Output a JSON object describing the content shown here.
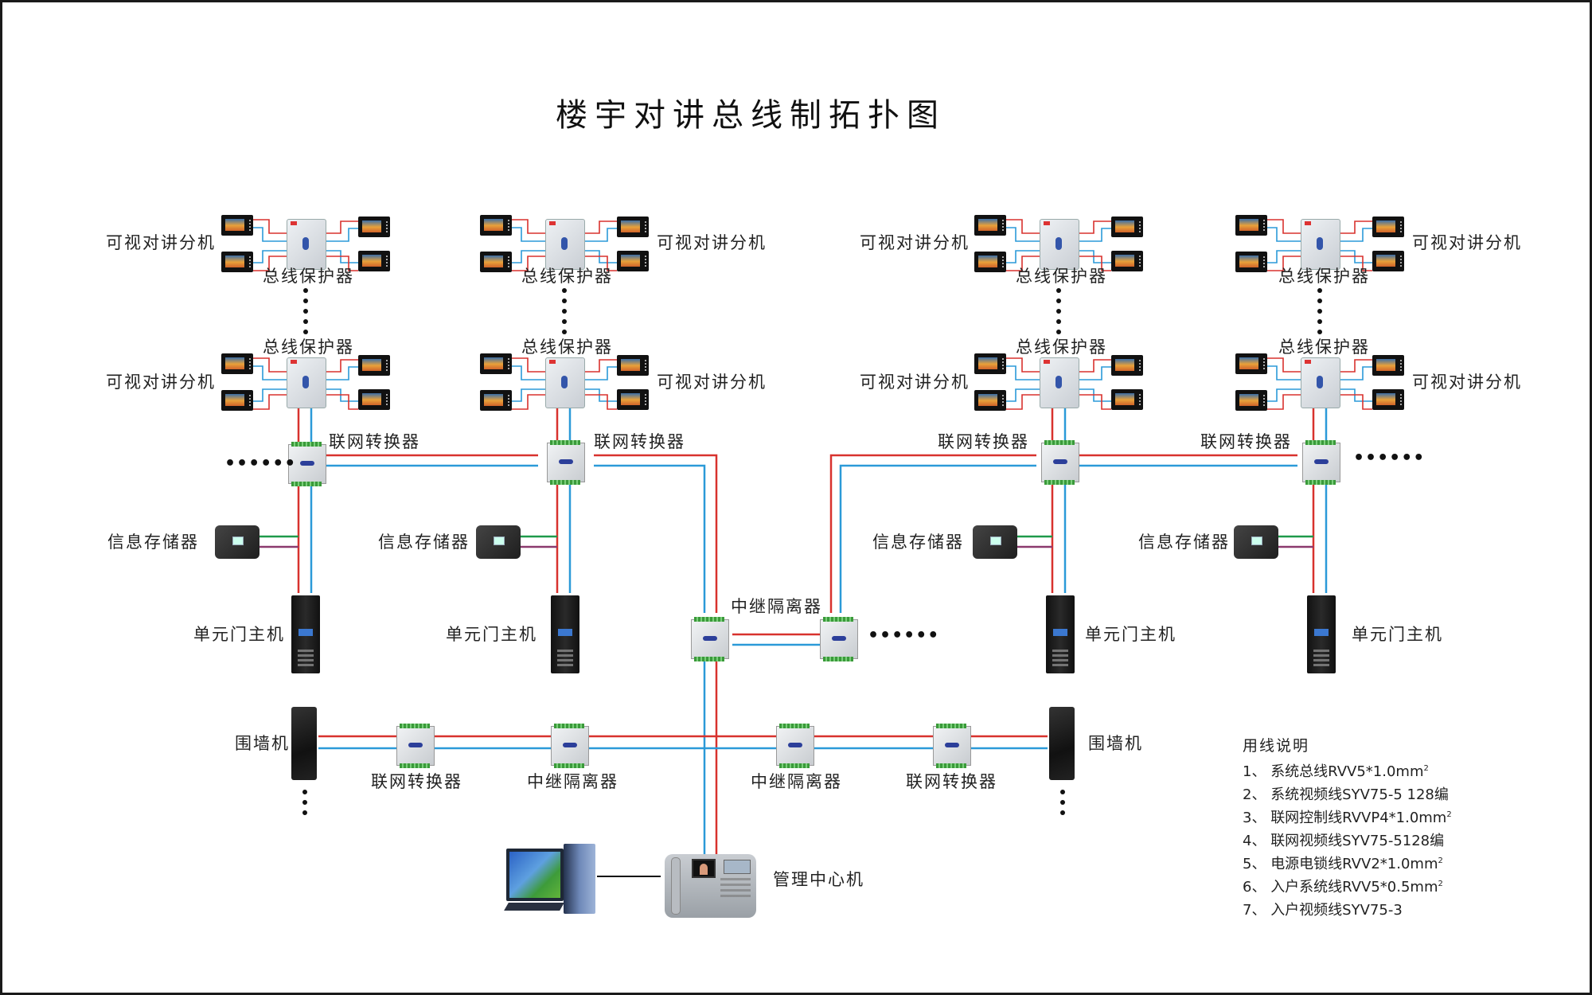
{
  "title": "楼宇对讲总线制拓扑图",
  "labels": {
    "indoor_monitor": "可视对讲分机",
    "bus_protector": "总线保护器",
    "network_converter": "联网转换器",
    "info_storage": "信息存储器",
    "unit_door_station": "单元门主机",
    "relay_isolator": "中继隔离器",
    "wall_station": "围墙机",
    "management_center": "管理中心机"
  },
  "continuation": {
    "horizontal": "••••••",
    "horizontal7": "•••••••"
  },
  "wire_colors": {
    "bus_red": "#d8322e",
    "video_blue": "#2b9ad8",
    "storage_green": "#1f9a4a",
    "storage_purple": "#8b3a6e",
    "pc_link": "#111111"
  },
  "legend": {
    "title": "用线说明",
    "items": [
      {
        "num": "1、",
        "text": "系统总线RVV5*1.0mm",
        "sup": "2"
      },
      {
        "num": "2、",
        "text": "系统视频线SYV75-5  128编",
        "sup": ""
      },
      {
        "num": "3、",
        "text": "联网控制线RVVP4*1.0mm",
        "sup": "2"
      },
      {
        "num": "4、",
        "text": "联网视频线SYV75-5128编",
        "sup": ""
      },
      {
        "num": "5、",
        "text": "电源电锁线RVV2*1.0mm",
        "sup": "2"
      },
      {
        "num": "6、",
        "text": "入户系统线RVV5*0.5mm",
        "sup": "2"
      },
      {
        "num": "7、",
        "text": "入户视频线SYV75-3",
        "sup": ""
      }
    ]
  }
}
